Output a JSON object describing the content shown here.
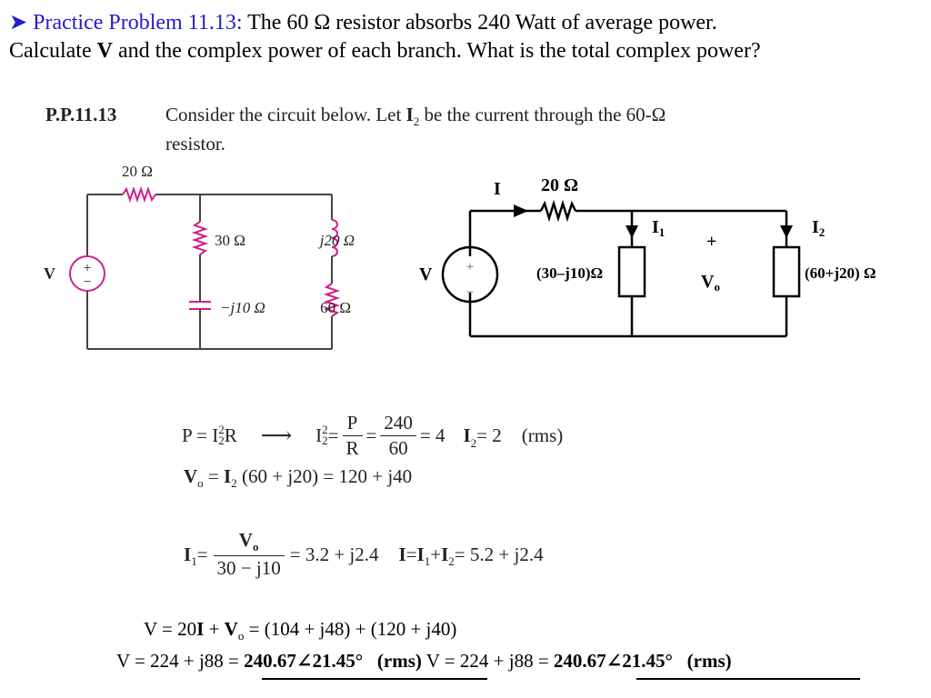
{
  "heading": {
    "arrow": "➤",
    "label": "Practice Problem 11.13:",
    "text": " The 60 Ω resistor absorbs 240 Watt of average power.",
    "line2_a": "Calculate ",
    "line2_b": "V",
    "line2_c": " and the complex power of each branch. What is the total complex power?"
  },
  "problem": {
    "label": "P.P.11.13",
    "text_a": "Consider the circuit below. Let ",
    "text_b": "I",
    "text_sub": "2",
    "text_c": " be the current through the 60-Ω",
    "text_line2": "resistor."
  },
  "circuit_left": {
    "r_series": "20 Ω",
    "r_30": "30 Ω",
    "cap": "−j10 Ω",
    "ind": "j20 Ω",
    "r_60": "60 Ω",
    "source_label": "V",
    "plus": "+",
    "minus": "−"
  },
  "circuit_right": {
    "current_I": "I",
    "r_series": "20 Ω",
    "I1_main": "I",
    "I1_sub": "1",
    "I2_main": "I",
    "I2_sub": "2",
    "plus": "+",
    "vo_main": "V",
    "vo_sub": "o",
    "z1": "(30–j10)Ω",
    "z2": "(60+j20) Ω",
    "source_label": "V",
    "src_plus": "+",
    "src_minus": "−"
  },
  "equations": {
    "eq1_a": "P = I",
    "eq1_a_sub": "2",
    "eq1_a_sup": "2",
    "eq1_a_tail": "R",
    "eq1_arrow": "⟶",
    "eq1_b": "I",
    "eq1_b_sub": "2",
    "eq1_b_sup": "2",
    "eq1_b_eq": " =",
    "frac1_num": "P",
    "frac1_den": "R",
    "eq1_mid": "=",
    "frac2_num": "240",
    "frac2_den": "60",
    "eq1_res": "= 4",
    "eq1_i2": "I",
    "eq1_i2_sub": "2",
    "eq1_i2_val": " = 2",
    "eq1_rms": "(rms)",
    "eq2_v": "V",
    "eq2_v_sub": "o",
    "eq2_mid": " = ",
    "eq2_i": "I",
    "eq2_i_sub": "2",
    "eq2_rest": " (60 + j20) = 120 + j40",
    "eq3_i": "I",
    "eq3_i_sub": "1",
    "eq3_eq": " =",
    "frac3_num": "V",
    "frac3_num_sub": "o",
    "frac3_den": "30 − j10",
    "eq3_val": "= 3.2 + j2.4",
    "eq3_b": "I",
    "eq3_b_eq": " = ",
    "eq3_b_i1": "I",
    "eq3_b_i1_sub": "1",
    "eq3_b_plus": " + ",
    "eq3_b_i2": "I",
    "eq3_b_i2_sub": "2",
    "eq3_b_val": " = 5.2 + j2.4",
    "eq4_a": "V = 20",
    "eq4_i": "I",
    "eq4_plus": " + ",
    "eq4_v": "V",
    "eq4_v_sub": "o",
    "eq4_rest": " = (104 + j48) + (120 + j40)",
    "eq5_a": "V = 224 + j88 = ",
    "eq5_b": "240.67∠21.45°",
    "eq5_c": "   (rms)",
    "eq6_a": " V = 224 + j88 = ",
    "eq6_b": "240.67∠21.45°",
    "eq6_c": "   (rms)"
  }
}
